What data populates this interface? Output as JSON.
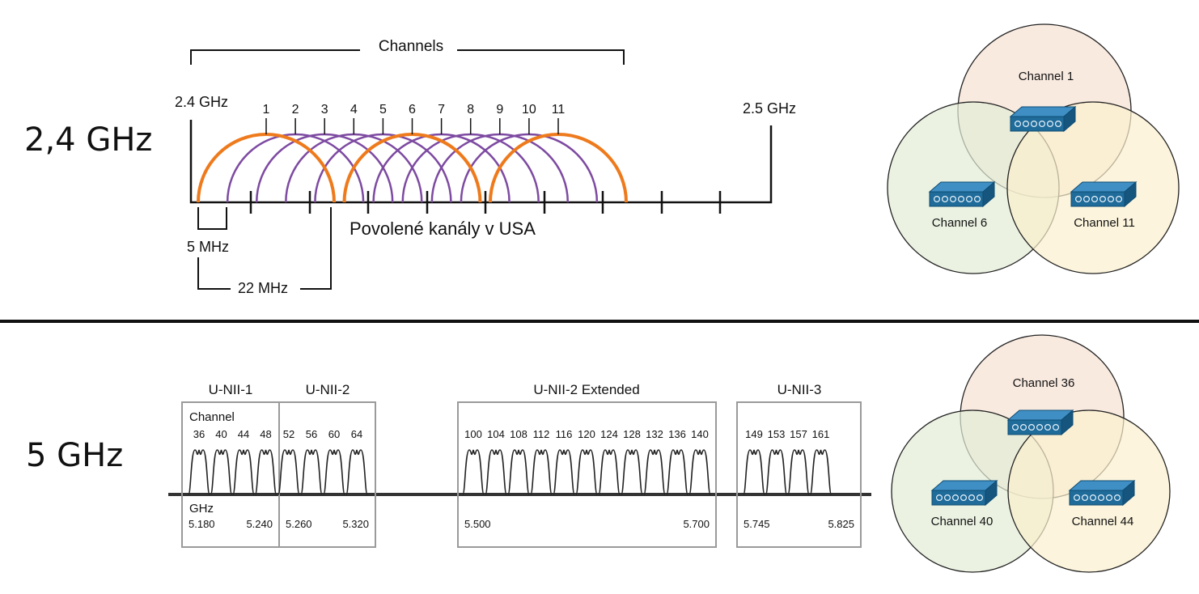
{
  "sections": {
    "ghz24": {
      "label": "2,4 GHz"
    },
    "ghz5": {
      "label": "5 GHz"
    }
  },
  "band24": {
    "channels_header": "Channels",
    "start_freq": "2.4 GHz",
    "end_freq": "2.5 GHz",
    "channel_numbers": [
      "1",
      "2",
      "3",
      "4",
      "5",
      "6",
      "7",
      "8",
      "9",
      "10",
      "11"
    ],
    "highlighted_channels": [
      "1",
      "6",
      "11"
    ],
    "spacing_label": "5 MHz",
    "width_label": "22 MHz",
    "caption": "Povolené kanály v USA",
    "colors": {
      "highlight": "#ee7a1c",
      "other": "#7d4aa1",
      "axis": "#111111"
    }
  },
  "band5": {
    "groups": [
      {
        "name": "U-NII-1",
        "channels": [
          "36",
          "40",
          "44",
          "48"
        ],
        "freqs": [
          "5.180",
          "5.240"
        ]
      },
      {
        "name": "U-NII-2",
        "channels": [
          "52",
          "56",
          "60",
          "64"
        ],
        "freqs": [
          "5.260",
          "5.320"
        ]
      },
      {
        "name": "U-NII-2 Extended",
        "channels": [
          "100",
          "104",
          "108",
          "112",
          "116",
          "120",
          "124",
          "128",
          "132",
          "136",
          "140"
        ],
        "freqs": [
          "5.500",
          "5.700"
        ]
      },
      {
        "name": "U-NII-3",
        "channels": [
          "149",
          "153",
          "157",
          "161"
        ],
        "freqs": [
          "5.745",
          "5.825"
        ]
      }
    ],
    "channel_caption": "Channel",
    "ghz_caption": "GHz"
  },
  "venn24": {
    "circles": [
      "Channel 1",
      "Channel 6",
      "Channel 11"
    ],
    "colors": {
      "top": "#f6e1d3",
      "left": "#e3edd6",
      "right": "#fbf0cd"
    }
  },
  "venn5": {
    "circles": [
      "Channel 36",
      "Channel 40",
      "Channel 44"
    ],
    "colors": {
      "top": "#f6e1d3",
      "left": "#e3edd6",
      "right": "#fbf0cd"
    }
  },
  "device_color": "#1f6b9a"
}
